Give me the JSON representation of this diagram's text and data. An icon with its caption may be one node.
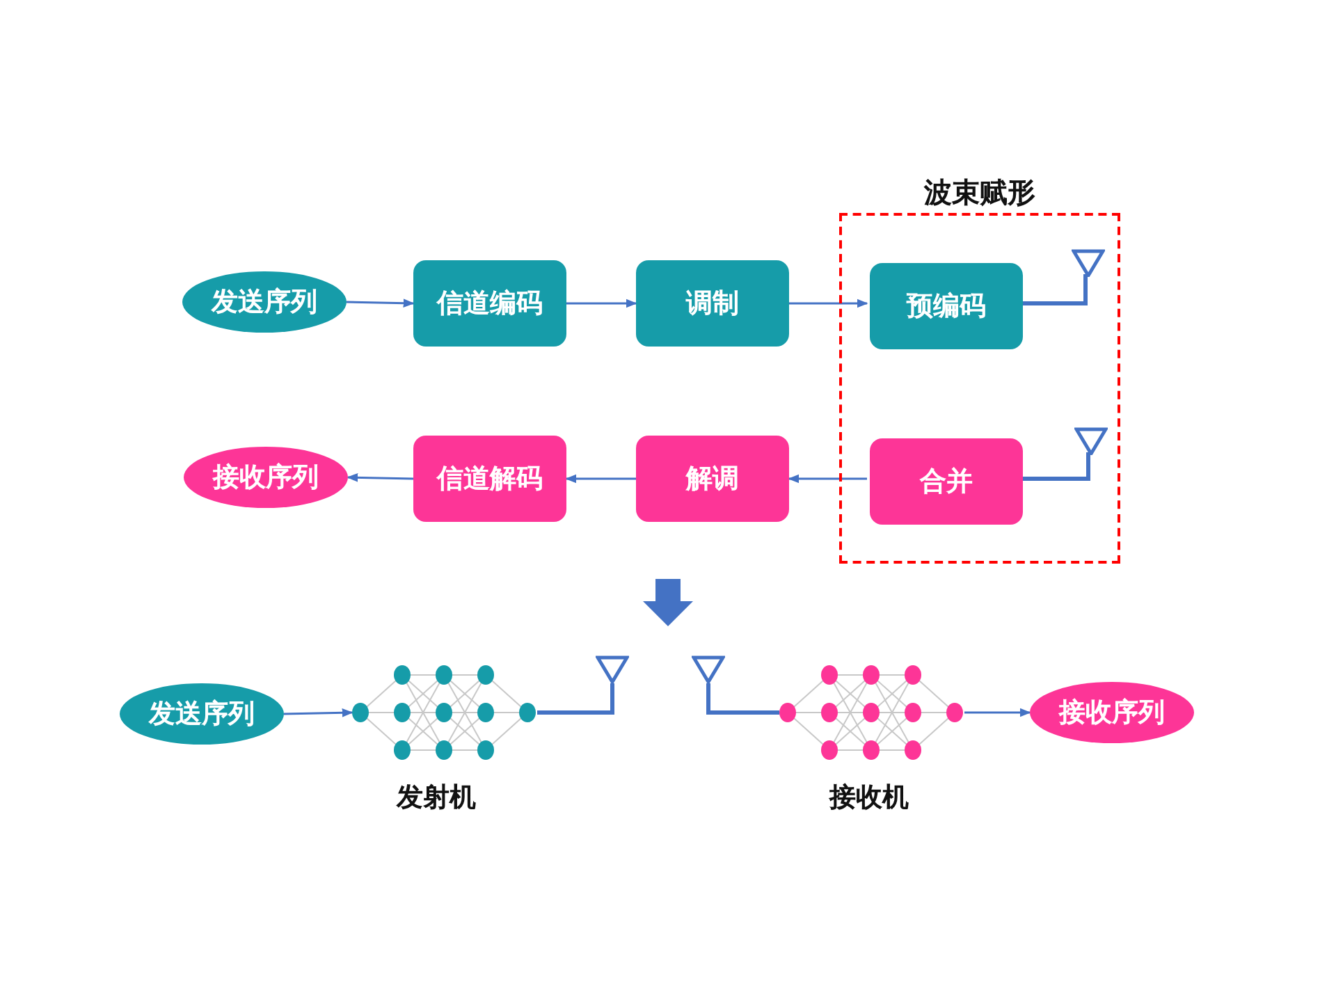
{
  "diagram": {
    "nodes": [
      {
        "text": [
          "发送序列"
        ]
      },
      {
        "text": [
          "信道编码"
        ]
      },
      {
        "text": [
          "调制"
        ]
      },
      {
        "text": [
          "波束赋形"
        ]
      },
      {
        "text": [
          "预编码"
        ],
        "in": 3
      },
      {
        "text": [
          "合并"
        ],
        "in": 3
      },
      {
        "text": [
          "解调"
        ]
      },
      {
        "text": [
          "信道解码"
        ]
      },
      {
        "text": [
          "接收序列"
        ]
      },
      {
        "text": [],
        "shape": "antenna",
        "in": 3
      },
      {
        "text": [],
        "shape": "antenna",
        "in": 3
      },
      {
        "text": [
          "发送序列"
        ]
      },
      {
        "text": [],
        "shape": "network",
        "beside": [
          "发射机"
        ]
      },
      {
        "text": [],
        "shape": "antenna"
      },
      {
        "text": [],
        "shape": "antenna"
      },
      {
        "text": [],
        "shape": "network",
        "beside": [
          "接收机"
        ]
      },
      {
        "text": [
          "接收序列"
        ]
      }
    ],
    "edges": [
      {
        "from": 0,
        "to": 1,
        "arrow": "to"
      },
      {
        "from": 1,
        "to": 2,
        "arrow": "to"
      },
      {
        "from": 2,
        "to": 4,
        "arrow": "to"
      },
      {
        "from": 4,
        "to": 9,
        "arrow": "none",
        "style": "thick"
      },
      {
        "from": 10,
        "to": 5,
        "arrow": "none",
        "style": "thick"
      },
      {
        "from": 5,
        "to": 6,
        "arrow": "to"
      },
      {
        "from": 6,
        "to": 7,
        "arrow": "to"
      },
      {
        "from": 7,
        "to": 8,
        "arrow": "to"
      },
      {
        "from": 11,
        "to": 12,
        "arrow": "to"
      },
      {
        "from": 12,
        "to": 13,
        "arrow": "none",
        "style": "thick"
      },
      {
        "from": 14,
        "to": 15,
        "arrow": "none",
        "style": "thick"
      },
      {
        "from": 15,
        "to": 16,
        "arrow": "to"
      }
    ]
  }
}
